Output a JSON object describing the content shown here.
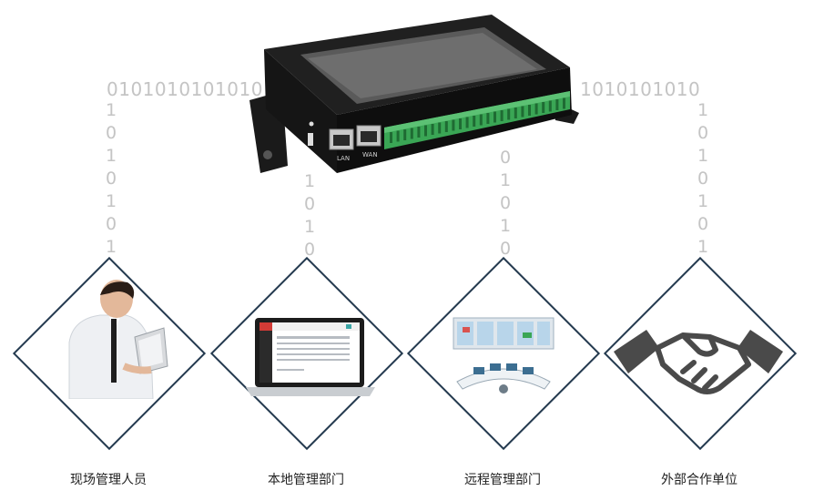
{
  "device": {
    "lan_label": "LAN",
    "wan_label": "WAN"
  },
  "binary": {
    "left_row": "0101010101010",
    "right_row": "1010101010",
    "column_digits": [
      "1",
      "0",
      "1",
      "0",
      "1",
      "0",
      "1"
    ]
  },
  "nodes": [
    {
      "label": "现场管理人员",
      "icon": "person-with-laptop-icon"
    },
    {
      "label": "本地管理部门",
      "icon": "laptop-dashboard-icon"
    },
    {
      "label": "远程管理部门",
      "icon": "control-room-icon"
    },
    {
      "label": "外部合作单位",
      "icon": "handshake-icon"
    }
  ],
  "colors": {
    "diamond_border": "#243a4f",
    "binary_text": "#c4c4c4",
    "terminal_green": "#3aa655"
  }
}
